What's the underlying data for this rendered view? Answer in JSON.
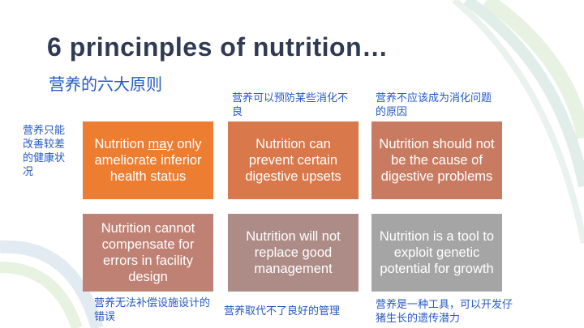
{
  "title": "6 princinples of nutrition…",
  "subtitle": "营养的六大原则",
  "colors": {
    "title": "#2f3b52",
    "chinese_text": "#2458c6"
  },
  "principles": [
    {
      "pre": "Nutrition ",
      "emph": "may",
      "post": " only ameliorate inferior health status",
      "note": "营养只能改善较差的健康状况",
      "color": "#ED7D31"
    },
    {
      "text": "Nutrition can prevent certain digestive upsets",
      "note": "营养可以预防某些消化不良",
      "color": "#D9784A"
    },
    {
      "text": "Nutrition should not be the cause of digestive problems",
      "note": "营养不应该成为消化问题的原因",
      "color": "#C97B62"
    },
    {
      "text": "Nutrition cannot compensate for errors in facility design",
      "note": "营养无法补偿设施设计的错误",
      "color": "#BE8173"
    },
    {
      "text": "Nutrition will not replace good management",
      "note": "营养取代不了良好的管理",
      "color": "#AD8C88"
    },
    {
      "text": "Nutrition is a tool to exploit genetic potential for growth",
      "note": "营养是一种工具，可以开发仔猪生长的遗传潜力",
      "color": "#A5A5A5"
    }
  ]
}
